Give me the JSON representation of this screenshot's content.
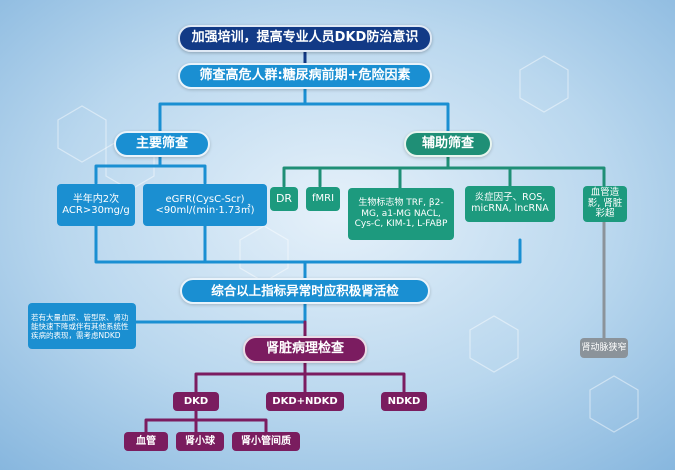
{
  "top": "加强培训，提高专业人员DKD防治意识",
  "screen": "筛查高危人群:糖尿病前期+危险因素",
  "main_screen": {
    "title": "主要筛查",
    "item1": "半年内2次 ACR>30mg/g",
    "item2": "eGFR(CysC-Scr) <90ml/(min·1.73㎡)"
  },
  "aux_screen": {
    "title": "辅助筛查",
    "dr": "DR",
    "fmri": "fMRI",
    "biomarkers": "生物标志物 TRF, β2-MG, a1-MG NACL, Cys-C, KIM-1, L-FABP",
    "inflammation": "炎症因子、ROS, micRNA, lncRNA",
    "vascular": "血管造影, 肾脏彩超"
  },
  "combine": "综合以上指标异常时应积极肾活检",
  "ndkd_note": "若有大量血尿、管型尿、肾功能快速下降或伴有其他系统性疾病的表现，需考虑NDKD",
  "renal_stenosis": "肾动脉狭窄",
  "biopsy": "肾脏病理检查",
  "outcomes": {
    "dkd": "DKD",
    "dkd_ndkd": "DKD+NDKD",
    "ndkd": "NDKD"
  },
  "dkd_sub": {
    "vessel": "血管",
    "glomerulus": "肾小球",
    "tubule": "肾小管间质"
  },
  "colors": {
    "navy": "#123a86",
    "blue": "#1a8fd2",
    "teal": "#1f8f76",
    "purple": "#7b1c60",
    "grey": "#8b939a"
  }
}
